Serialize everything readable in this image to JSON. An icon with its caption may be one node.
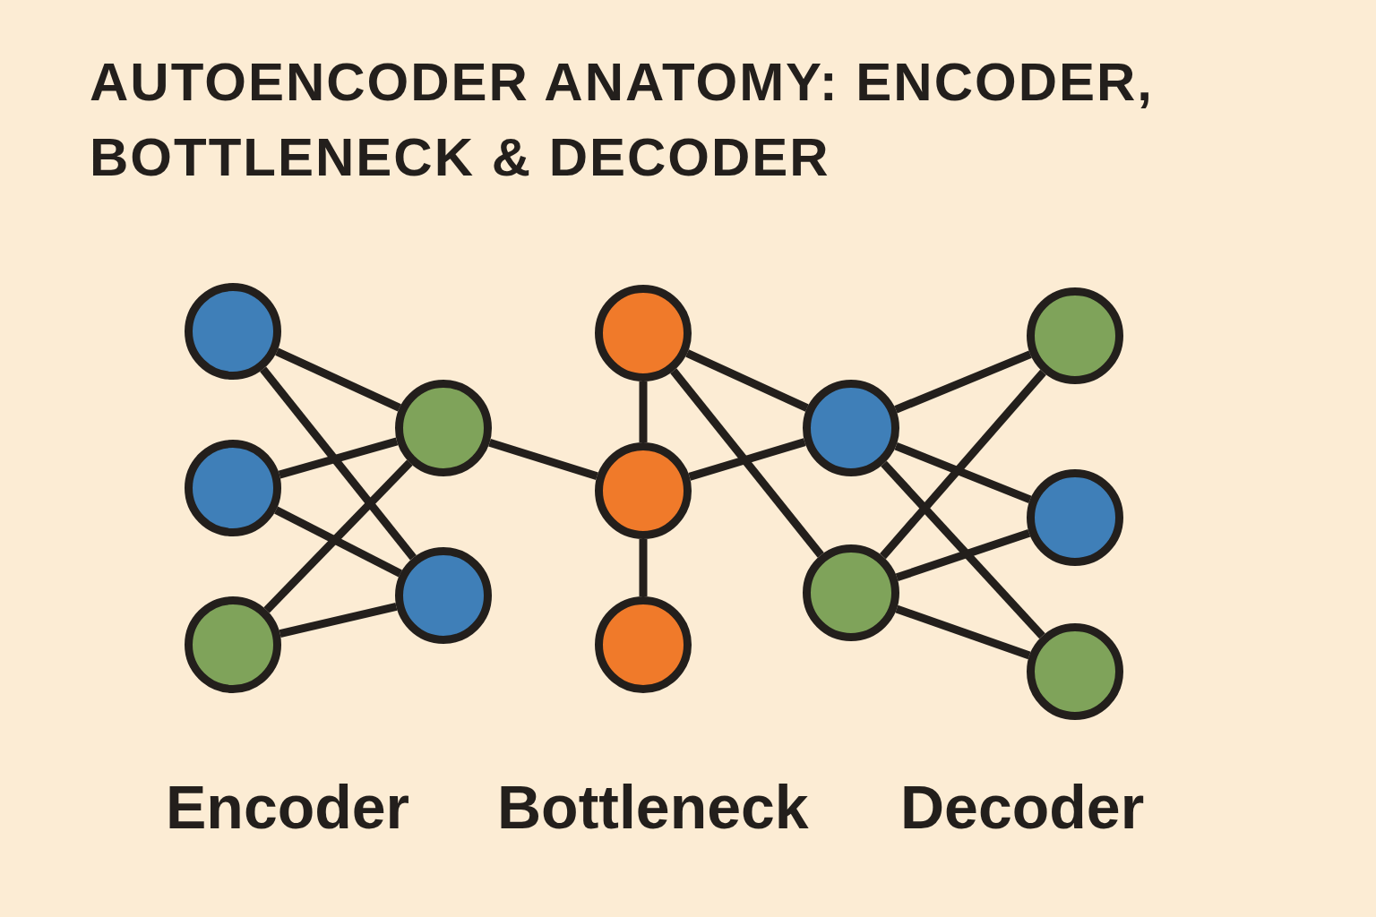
{
  "diagram": {
    "title": "AUTOENCODER ANATOMY: ENCODER, BOTTLENECK & DECODER",
    "nodes": [
      {
        "text": [],
        "shape": "circle"
      },
      {
        "text": [],
        "shape": "circle"
      },
      {
        "text": [],
        "shape": "circle"
      },
      {
        "text": [],
        "shape": "circle"
      },
      {
        "text": [],
        "shape": "circle"
      },
      {
        "text": [],
        "shape": "circle"
      },
      {
        "text": [],
        "shape": "circle"
      },
      {
        "text": [],
        "shape": "circle"
      },
      {
        "text": [],
        "shape": "circle"
      },
      {
        "text": [],
        "shape": "circle"
      },
      {
        "text": [],
        "shape": "circle"
      },
      {
        "text": [],
        "shape": "circle"
      },
      {
        "text": [],
        "shape": "circle"
      }
    ],
    "edges": [
      {
        "from": 0,
        "to": 3,
        "arrow": "none"
      },
      {
        "from": 0,
        "to": 4,
        "arrow": "none"
      },
      {
        "from": 1,
        "to": 3,
        "arrow": "none"
      },
      {
        "from": 1,
        "to": 4,
        "arrow": "none"
      },
      {
        "from": 2,
        "to": 3,
        "arrow": "none"
      },
      {
        "from": 2,
        "to": 4,
        "arrow": "none"
      },
      {
        "from": 3,
        "to": 6,
        "arrow": "none"
      },
      {
        "from": 5,
        "to": 6,
        "arrow": "none"
      },
      {
        "from": 6,
        "to": 7,
        "arrow": "none"
      },
      {
        "from": 5,
        "to": 8,
        "arrow": "none"
      },
      {
        "from": 5,
        "to": 9,
        "arrow": "none"
      },
      {
        "from": 6,
        "to": 8,
        "arrow": "none"
      },
      {
        "from": 8,
        "to": 10,
        "arrow": "none"
      },
      {
        "from": 8,
        "to": 11,
        "arrow": "none"
      },
      {
        "from": 8,
        "to": 12,
        "arrow": "none"
      },
      {
        "from": 9,
        "to": 10,
        "arrow": "none"
      },
      {
        "from": 9,
        "to": 11,
        "arrow": "none"
      },
      {
        "from": 9,
        "to": 12,
        "arrow": "none"
      }
    ],
    "labels": [
      "Encoder",
      "Bottleneck",
      "Decoder"
    ]
  }
}
